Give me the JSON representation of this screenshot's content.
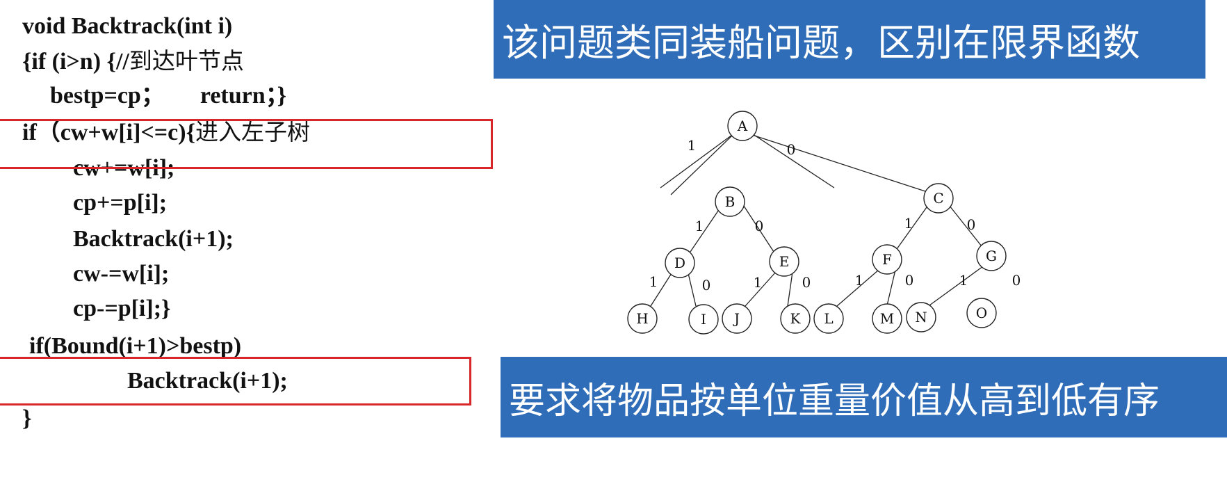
{
  "code": {
    "lines": [
      "void Backtrack(int i)",
      "{if (i>n) {//",
      "bestp=cp；      return；}",
      "if（cw+w[i]<=c){",
      "cw+=w[i];",
      "cp+=p[i];",
      "Backtrack(i+1);",
      "cw-=w[i];",
      "cp-=p[i];}",
      "if(Bound(i+1)>bestp)",
      "Backtrack(i+1);",
      "}"
    ],
    "comments": {
      "leaf": "到达叶节点",
      "left": "进入左子树"
    }
  },
  "banners": {
    "top": "该问题类同装船问题，区别在限界函数",
    "bottom": "要求将物品按单位重量价值从高到低有序"
  },
  "tree": {
    "nodes": [
      "A",
      "B",
      "C",
      "D",
      "E",
      "F",
      "G",
      "H",
      "I",
      "J",
      "K",
      "L",
      "M",
      "N",
      "O"
    ],
    "edge_labels": [
      "1",
      "0",
      "1",
      "0",
      "1",
      "0",
      "1",
      "0",
      "1",
      "0",
      "1",
      "0",
      "1",
      "0"
    ]
  },
  "colors": {
    "banner": "#2f6db8",
    "highlight": "#d9262b"
  }
}
